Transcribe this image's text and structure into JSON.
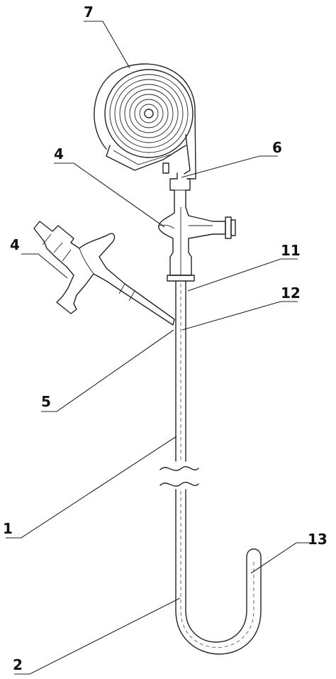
{
  "figure": {
    "labels": {
      "l7": "7",
      "l6": "6",
      "l4_top": "4",
      "l4_left": "4",
      "l11": "11",
      "l12": "12",
      "l5": "5",
      "l1": "1",
      "l13": "13",
      "l2": "2"
    }
  }
}
